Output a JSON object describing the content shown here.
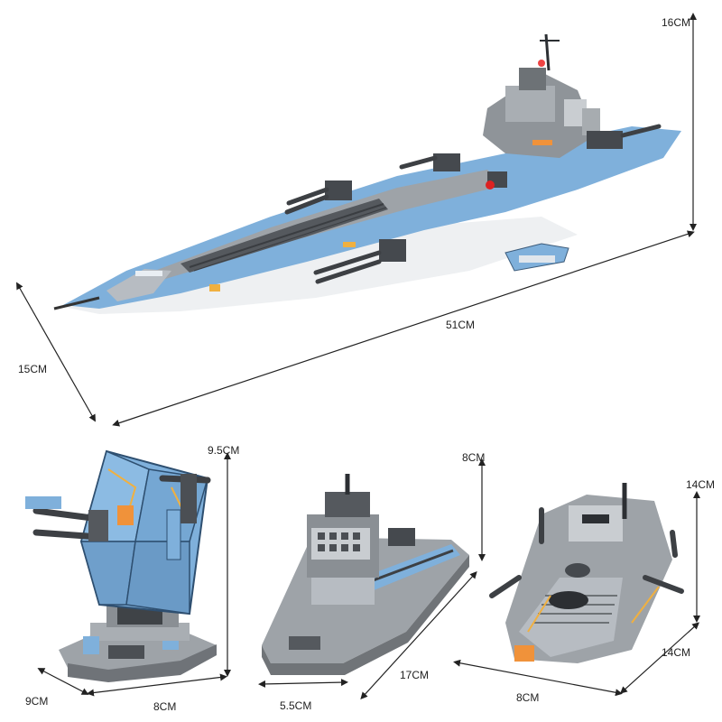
{
  "dimensions": {
    "main_ship": {
      "height": "16CM",
      "length": "51CM",
      "width": "15CM"
    },
    "turret": {
      "height": "9.5CM",
      "length": "8CM",
      "width": "9CM"
    },
    "carrier": {
      "height": "8CM",
      "length": "17CM",
      "width": "5.5CM"
    },
    "gunboat": {
      "height": "14CM",
      "length": "14CM",
      "width": "8CM"
    }
  },
  "colors": {
    "hull_blue": "#7fb0db",
    "hull_gray": "#9ea3a8",
    "dark_gray": "#4b4f54",
    "white": "#f2f2f2",
    "orange": "#f0923a",
    "arrow": "#222222"
  }
}
